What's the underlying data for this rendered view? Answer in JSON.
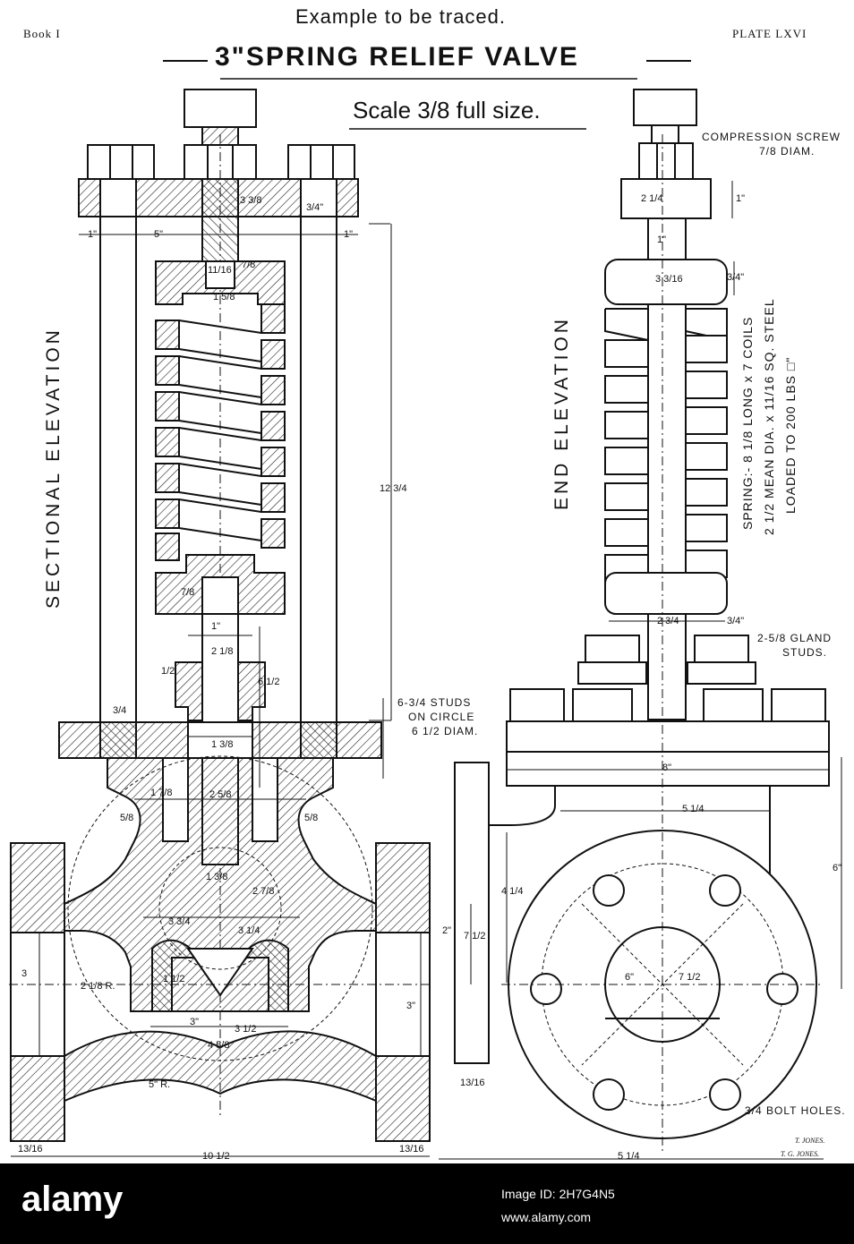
{
  "header": {
    "book": "Book I",
    "plate": "PLATE LXVI",
    "subtitle": "Example to be traced.",
    "title": "3\"SPRING RELIEF VALVE",
    "scale": "Scale 3/8 full size."
  },
  "views": {
    "sectional": "SECTIONAL ELEVATION",
    "end": "END ELEVATION"
  },
  "notes": {
    "compression_screw_1": "COMPRESSION SCREW",
    "compression_screw_2": "7/8 DIAM.",
    "spring_1": "SPRING:- 8 1/8 LONG x 7 COILS",
    "spring_2": "2 1/2 MEAN DIA. x 11/16 SQ. STEEL",
    "spring_3": "LOADED TO 200 LBS □\"",
    "gland_1": "2-5/8 GLAND",
    "gland_2": "STUDS.",
    "studs_1": "6-3/4 STUDS",
    "studs_2": "ON CIRCLE",
    "studs_3": "6 1/2 DIAM.",
    "bolt_holes": "3/4 BOLT HOLES."
  },
  "dimensions": {
    "d_3_3_8": "3 3/8",
    "d_3_4_a": "3/4\"",
    "d_1_a": "1\"",
    "d_5": "5\"",
    "d_1_b": "1\"",
    "d_11_16": "11/16",
    "d_7_8_a": "7/8",
    "d_1_5_8": "1 5/8",
    "d_12_3_4": "12 3/4",
    "d_7_8_b": "7/8",
    "d_1_c": "1\"",
    "d_2_1_8": "2 1/8",
    "d_6_1_2": "6 1/2",
    "d_1_2_a": "1/2",
    "d_3_4_b": "3/4",
    "d_1_3_8_a": "1 3/8",
    "d_2_5_8": "2 5/8",
    "d_1_7_8": "1 7/8",
    "d_5_8_a": "5/8",
    "d_5_8_b": "5/8",
    "d_1_3_8_b": "1 3/8",
    "d_2_7_8": "2 7/8",
    "d_3_3_4": "3 3/4",
    "d_3_1_4": "3 1/4",
    "d_1_1_2": "1 1/2",
    "d_3_a": "3\"",
    "d_3_1_2": "3 1/2",
    "d_4_5_8": "4 5/8",
    "d_2_1_8_r": "2 1/8 R.",
    "d_5_r": "5\" R.",
    "d_3_left": "3",
    "d_3_right": "3\"",
    "d_10_1_2": "10 1/2",
    "d_13_16_a": "13/16",
    "d_13_16_b": "13/16",
    "e_2_1_4": "2 1/4",
    "e_1_a": "1\"",
    "e_1_b": "1\"",
    "e_3_3_16": "3 3/16",
    "e_3_4_a": "3/4\"",
    "e_2_3_4": "2 3/4",
    "e_3_4_b": "3/4\"",
    "e_8": "8\"",
    "e_5_1_4_a": "5 1/4",
    "e_6": "6\"",
    "e_4_1_4": "4 1/4",
    "e_2": "2\"",
    "e_7_1_2_a": "7 1/2",
    "e_6_c": "6\"",
    "e_7_1_2_b": "7 1/2",
    "e_13_16": "13/16",
    "e_5_1_4_b": "5 1/4"
  },
  "signatures": {
    "sig1": "T. JONES.",
    "sig2": "T. G. JONES."
  },
  "watermark": {
    "brand": "alamy",
    "image_id": "Image ID: 2H7G4N5",
    "url": "www.alamy.com"
  }
}
